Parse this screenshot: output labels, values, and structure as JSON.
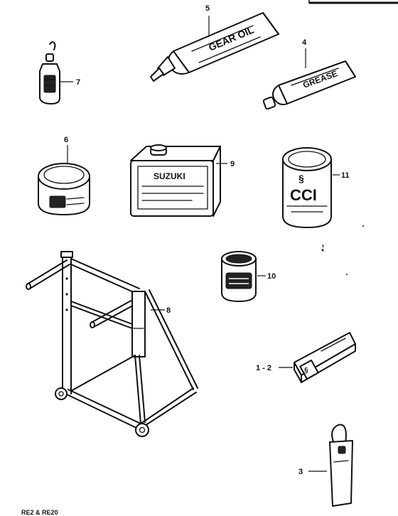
{
  "diagram": {
    "footer_code": "RE2 & RE20"
  },
  "callouts": {
    "p1_2": "1 - 2",
    "p3": "3",
    "p4": "4",
    "p5": "5",
    "p6": "6",
    "p7": "7",
    "p8": "8",
    "p9": "9",
    "p10": "10",
    "p11": "11"
  },
  "product_labels": {
    "gear_oil_tube": "GEAR OIL",
    "grease_tube": "GREASE",
    "suzuki_can": "SUZUKI",
    "cci_tin": "CCI"
  },
  "icons": {
    "p1_2": "sealant-box-icon",
    "p3": "pouch-icon",
    "p4": "grease-tube-icon",
    "p5": "gear-oil-tube-icon",
    "p6": "grease-tin-icon",
    "p7": "oil-bottle-icon",
    "p8": "engine-stand-icon",
    "p9": "oil-can-icon",
    "p10": "small-jar-icon",
    "p11": "cci-oil-tin-icon"
  }
}
